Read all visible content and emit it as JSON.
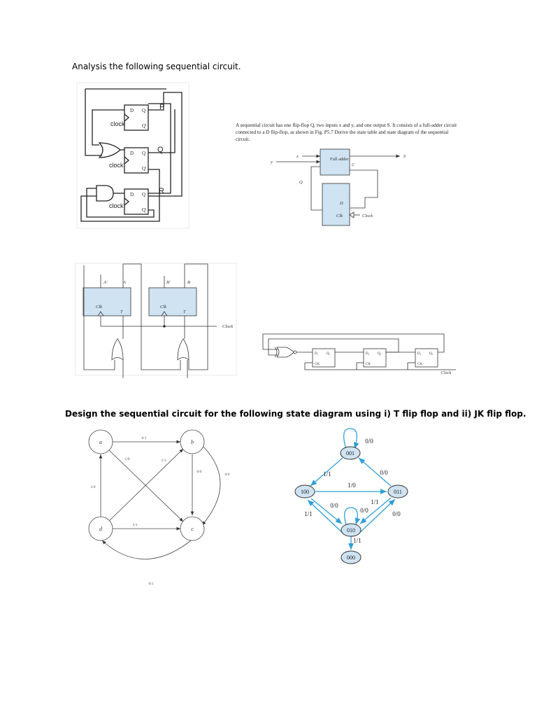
{
  "headings": {
    "analysis": "Analysis the following sequential circuit.",
    "design": "Design the sequential circuit for the following state diagram using i) T flip flop and ii) JK flip flop."
  },
  "circuit1": {
    "ff_d": "D",
    "ff_q": "Q",
    "ff_qbar": "Q'",
    "clock": "clock",
    "out_p": "P",
    "out_q": "Q",
    "out_r": "R"
  },
  "fulladder": {
    "paragraph": "A sequential circuit has one flip-flop Q, two inputs x and y, and one output S. It consists of a full-adder circuit connected to a D flip-flop, as shown in Fig. P5.7 Derive the state table and state diagram of the sequential circuit.",
    "in_x": "x",
    "in_y": "y",
    "in_q": "Q",
    "box": "Full adder",
    "carry": "C",
    "sum": "S",
    "d": "D",
    "clk": "Clk",
    "clock": "Clock"
  },
  "tcircuit": {
    "a_bar": "A'",
    "a": "A",
    "b_bar": "B'",
    "b": "B",
    "clk": "Clk",
    "t": "T",
    "clock": "Clock"
  },
  "ring": {
    "d1": "D₁",
    "q1": "Q₁",
    "d2": "D₂",
    "q2": "Q₂",
    "d3": "D₃",
    "q3": "Q₃",
    "ck": "CK",
    "clock": "Clock"
  },
  "state_diagram_1": {
    "states": [
      "a",
      "b",
      "c",
      "d"
    ],
    "labels": {
      "a_b": "0/1",
      "a_c": "1/0",
      "d_b": "1/1",
      "b_c": "0/0",
      "c_b": "0/0",
      "d_a": "1/0",
      "d_c": "1/1",
      "c_d": "0/1"
    }
  },
  "state_diagram_2": {
    "states": [
      "001",
      "100",
      "011",
      "010",
      "000"
    ],
    "labels": {
      "self_001": "0/0",
      "to_100": "1/1",
      "to_011": "0/0",
      "100_011": "1/0",
      "100_010": "0/0",
      "left": "1/1",
      "self_010": "0/0",
      "011_010": "1/1",
      "right": "0/0",
      "010_000": "1/1"
    },
    "colors": {
      "node_fill": "#cfe3f2",
      "arrow": "#2f9fd8"
    }
  }
}
